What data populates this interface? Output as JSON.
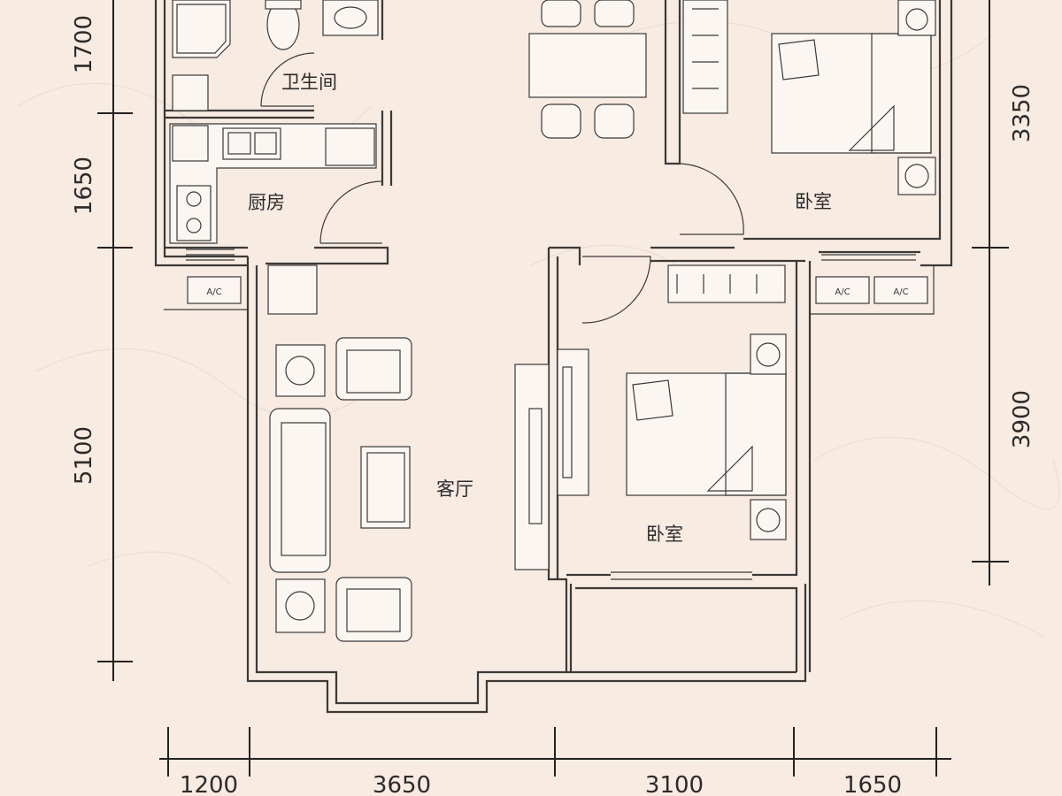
{
  "rooms": {
    "bathroom": "卫生间",
    "kitchen": "厨房",
    "living_room": "客厅",
    "bedroom_top": "卧室",
    "bedroom_bottom": "卧室"
  },
  "ac_label": "A/C",
  "dimensions": {
    "left": [
      "1700",
      "1650",
      "5100"
    ],
    "right": [
      "3350",
      "3900"
    ],
    "bottom": [
      "1200",
      "3650",
      "3100",
      "1650"
    ]
  },
  "colors": {
    "background": "#f7ebe2",
    "wall": "#3a3a3a",
    "fixture_fill": "#fbf6f1"
  }
}
